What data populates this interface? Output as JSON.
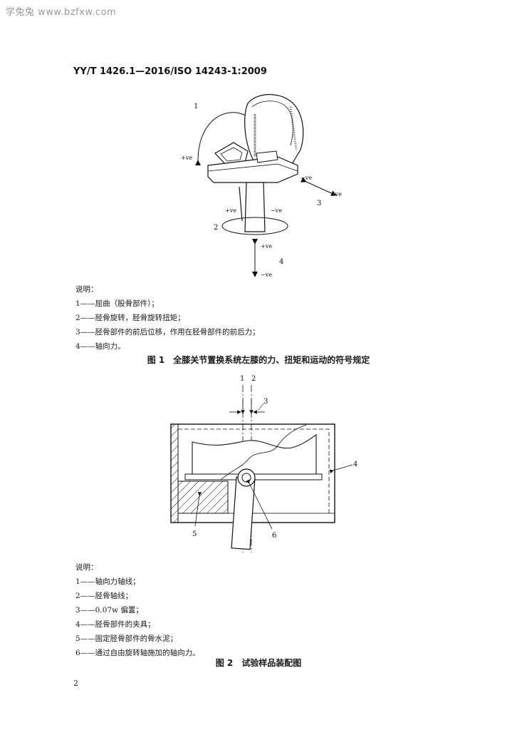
{
  "watermark": "学兔兔 www.bzfxw.com",
  "header": {
    "standard_code": "YY/T 1426.1—2016/ISO 14243-1:2009"
  },
  "figure1": {
    "callouts": {
      "n1": "1",
      "n2": "2",
      "n3": "3",
      "n4": "4"
    },
    "signs": {
      "flex_pos": "+ve",
      "ap_neg": "−ve",
      "ap_pos": "+ve",
      "rot_pos": "+ve",
      "rot_neg": "−ve",
      "axial_pos": "+ve",
      "axial_neg": "−ve"
    },
    "legend_title": "说明：",
    "legend_items": [
      "1——屈曲（股骨部件）；",
      "2——胫骨旋转，胫骨旋转扭矩；",
      "3——胫骨部件的前后位移，作用在胫骨部件的前后力；",
      "4——轴向力。"
    ],
    "caption": "图 1　全膝关节置换系统左膝的力、扭矩和运动的符号规定"
  },
  "figure2": {
    "callouts": {
      "n1": "1",
      "n2": "2",
      "n3": "3",
      "n4": "4",
      "n5": "5",
      "n6": "6"
    },
    "legend_title": "说明：",
    "legend_items": [
      "1——轴向力轴线；",
      "2——胫骨轴线；",
      "3——0.07w 偏置；",
      "4——胫骨部件的夹具；",
      "5——固定胫骨部件的骨水泥；",
      "6——通过自由旋转轴施加的轴向力。"
    ],
    "caption": "图 2　试验样品装配图"
  },
  "page_number": "2"
}
